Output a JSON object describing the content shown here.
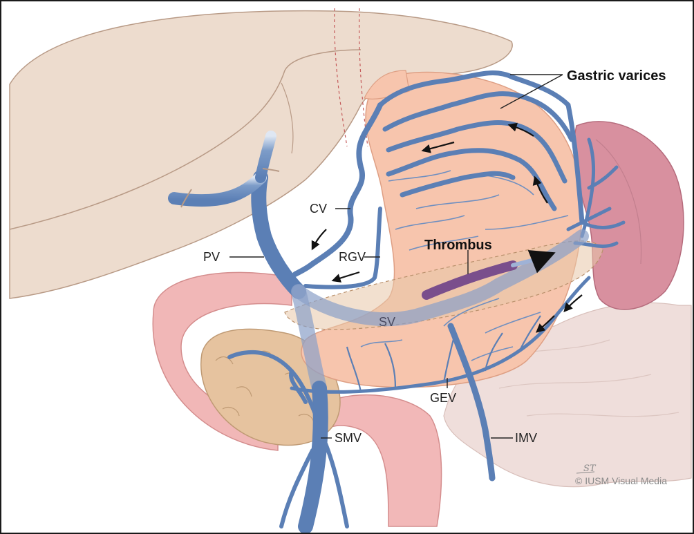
{
  "figure": {
    "labels": {
      "gastric_varices": "Gastric varices",
      "thrombus": "Thrombus",
      "cv": "CV",
      "pv": "PV",
      "rgv": "RGV",
      "sv": "SV",
      "gev": "GEV",
      "smv": "SMV",
      "imv": "IMV"
    },
    "credit": "© IUSM Visual Media",
    "signature": "ST"
  },
  "colors": {
    "vein": "#5b7fb5",
    "vein_dark": "#3f5f94",
    "stomach": "#f6c4ae",
    "liver": "#e9d6c8",
    "spleen": "#d98fa0",
    "pancreas": "#e6c4a2",
    "duodenum": "#f2b6b6",
    "thrombus": "#7a4e8c",
    "colon": "#ecdcd8"
  }
}
